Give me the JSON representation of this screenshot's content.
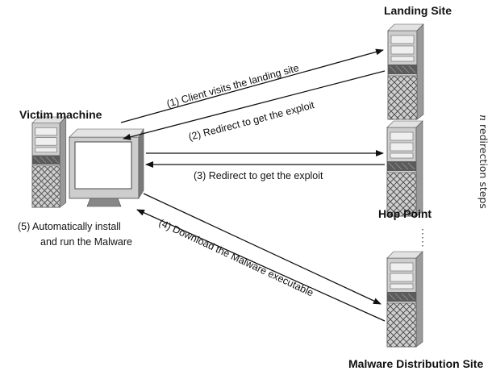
{
  "nodes": {
    "landing_site": "Landing Site",
    "victim_machine": "Victim machine",
    "hop_point": "Hop Point",
    "malware_distribution_site": "Malware Distribution Site"
  },
  "edges": {
    "step1": "(1) Client visits the landing site",
    "step2": "(2) Redirect to get the exploit",
    "step3": "(3) Redirect to get the exploit",
    "step4": "(4) Download the Malware executable"
  },
  "victim_note": {
    "line1": "(5) Automatically install",
    "line2": "and run the Malware"
  },
  "side_label": {
    "variable": "n",
    "text": " redirection steps"
  },
  "colors": {
    "server_body": "#c9c9c9",
    "server_dark": "#5a5a5a",
    "monitor_screen": "#ffffff",
    "arrow": "#111111"
  }
}
